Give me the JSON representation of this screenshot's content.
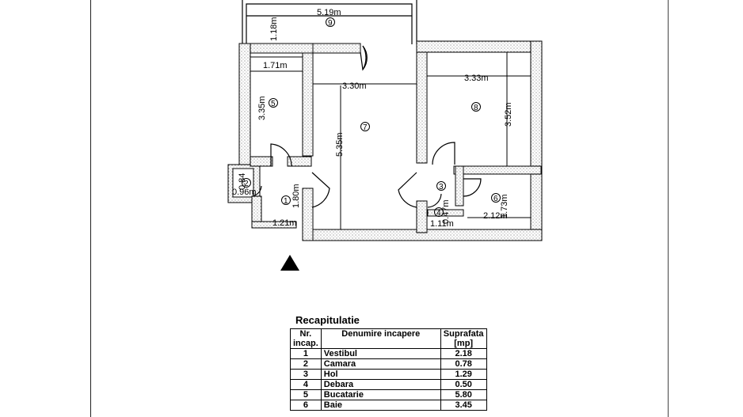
{
  "plan": {
    "dimensions": [
      "5.19m",
      "1.18m",
      "1.71m",
      "3.35m",
      "3.30m",
      "5.35m",
      "3.33m",
      "3.52m",
      "0.84",
      "0.96m",
      "1.80m",
      "1.21m",
      "0.47m",
      "1.11m",
      "2.12m",
      "1.73m"
    ],
    "room_numbers": [
      "1",
      "2",
      "3",
      "4",
      "5",
      "6",
      "7",
      "8",
      "9"
    ]
  },
  "recap": {
    "title": "Recapitulatie",
    "headers": {
      "nr": "Nr. incap.",
      "name": "Denumire incapere",
      "area": "Suprafata [mp]"
    },
    "rows": [
      {
        "nr": "1",
        "name": "Vestibul",
        "area": "2.18"
      },
      {
        "nr": "2",
        "name": "Camara",
        "area": "0.78"
      },
      {
        "nr": "3",
        "name": "Hol",
        "area": "1.29"
      },
      {
        "nr": "4",
        "name": "Debara",
        "area": "0.50"
      },
      {
        "nr": "5",
        "name": "Bucatarie",
        "area": "5.80"
      },
      {
        "nr": "6",
        "name": "Baie",
        "area": "3.45"
      }
    ]
  }
}
